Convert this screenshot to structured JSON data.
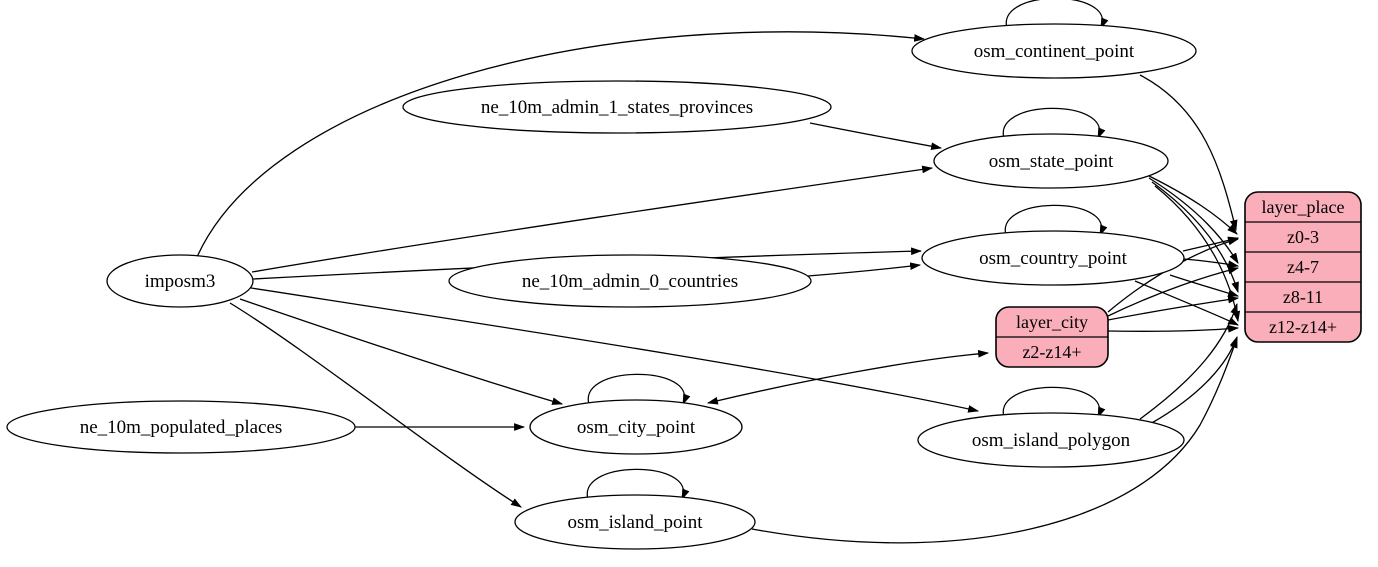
{
  "diagram": {
    "type": "graphviz-etl-flow",
    "background_color": "#ffffff",
    "edge_color": "#000000",
    "ellipse_fill": "#ffffff",
    "record_fill": "#f9aeba",
    "nodes": [
      {
        "id": "imposm3",
        "shape": "ellipse",
        "label": "imposm3"
      },
      {
        "id": "ne_10m_admin_1_states_provinces",
        "shape": "ellipse",
        "label": "ne_10m_admin_1_states_provinces"
      },
      {
        "id": "ne_10m_admin_0_countries",
        "shape": "ellipse",
        "label": "ne_10m_admin_0_countries"
      },
      {
        "id": "ne_10m_populated_places",
        "shape": "ellipse",
        "label": "ne_10m_populated_places"
      },
      {
        "id": "osm_continent_point",
        "shape": "ellipse",
        "label": "osm_continent_point"
      },
      {
        "id": "osm_state_point",
        "shape": "ellipse",
        "label": "osm_state_point"
      },
      {
        "id": "osm_country_point",
        "shape": "ellipse",
        "label": "osm_country_point"
      },
      {
        "id": "osm_city_point",
        "shape": "ellipse",
        "label": "osm_city_point"
      },
      {
        "id": "osm_island_polygon",
        "shape": "ellipse",
        "label": "osm_island_polygon"
      },
      {
        "id": "osm_island_point",
        "shape": "ellipse",
        "label": "osm_island_point"
      },
      {
        "id": "layer_place",
        "shape": "record",
        "title": "layer_place",
        "rows": [
          "z0-3",
          "z4-7",
          "z8-11",
          "z12-z14+"
        ]
      },
      {
        "id": "layer_city",
        "shape": "record",
        "title": "layer_city",
        "rows": [
          "z2-z14+"
        ]
      }
    ],
    "edges": [
      {
        "from": "imposm3",
        "to": "osm_continent_point"
      },
      {
        "from": "imposm3",
        "to": "osm_state_point"
      },
      {
        "from": "imposm3",
        "to": "osm_country_point"
      },
      {
        "from": "imposm3",
        "to": "osm_city_point"
      },
      {
        "from": "imposm3",
        "to": "osm_island_polygon"
      },
      {
        "from": "imposm3",
        "to": "osm_island_point"
      },
      {
        "from": "ne_10m_admin_1_states_provinces",
        "to": "osm_state_point"
      },
      {
        "from": "ne_10m_admin_0_countries",
        "to": "osm_country_point"
      },
      {
        "from": "ne_10m_populated_places",
        "to": "osm_city_point"
      },
      {
        "from": "osm_continent_point",
        "to": "osm_continent_point",
        "loop": true
      },
      {
        "from": "osm_state_point",
        "to": "osm_state_point",
        "loop": true
      },
      {
        "from": "osm_country_point",
        "to": "osm_country_point",
        "loop": true
      },
      {
        "from": "osm_city_point",
        "to": "osm_city_point",
        "loop": true
      },
      {
        "from": "osm_island_polygon",
        "to": "osm_island_polygon",
        "loop": true
      },
      {
        "from": "osm_island_point",
        "to": "osm_island_point",
        "loop": true
      },
      {
        "from": "osm_continent_point",
        "to": "layer_place",
        "row": "z0-3"
      },
      {
        "from": "osm_state_point",
        "to": "layer_place",
        "row": "z0-3"
      },
      {
        "from": "osm_state_point",
        "to": "layer_place",
        "row": "z4-7"
      },
      {
        "from": "osm_state_point",
        "to": "layer_place",
        "row": "z8-11"
      },
      {
        "from": "osm_state_point",
        "to": "layer_place",
        "row": "z12-z14+"
      },
      {
        "from": "osm_country_point",
        "to": "layer_place",
        "row": "z0-3"
      },
      {
        "from": "osm_country_point",
        "to": "layer_place",
        "row": "z4-7"
      },
      {
        "from": "osm_country_point",
        "to": "layer_place",
        "row": "z8-11"
      },
      {
        "from": "osm_country_point",
        "to": "layer_place",
        "row": "z12-z14+"
      },
      {
        "from": "osm_city_point",
        "to": "layer_city",
        "row": "z2-z14+",
        "dir": "both"
      },
      {
        "from": "layer_city",
        "to": "layer_place",
        "row": "z0-3"
      },
      {
        "from": "layer_city",
        "to": "layer_place",
        "row": "z4-7"
      },
      {
        "from": "layer_city",
        "to": "layer_place",
        "row": "z8-11"
      },
      {
        "from": "layer_city",
        "to": "layer_place",
        "row": "z12-z14+"
      },
      {
        "from": "osm_island_polygon",
        "to": "layer_place",
        "row": "z8-11"
      },
      {
        "from": "osm_island_polygon",
        "to": "layer_place",
        "row": "z12-z14+"
      },
      {
        "from": "osm_island_point",
        "to": "layer_place",
        "row": "z12-z14+"
      }
    ]
  }
}
